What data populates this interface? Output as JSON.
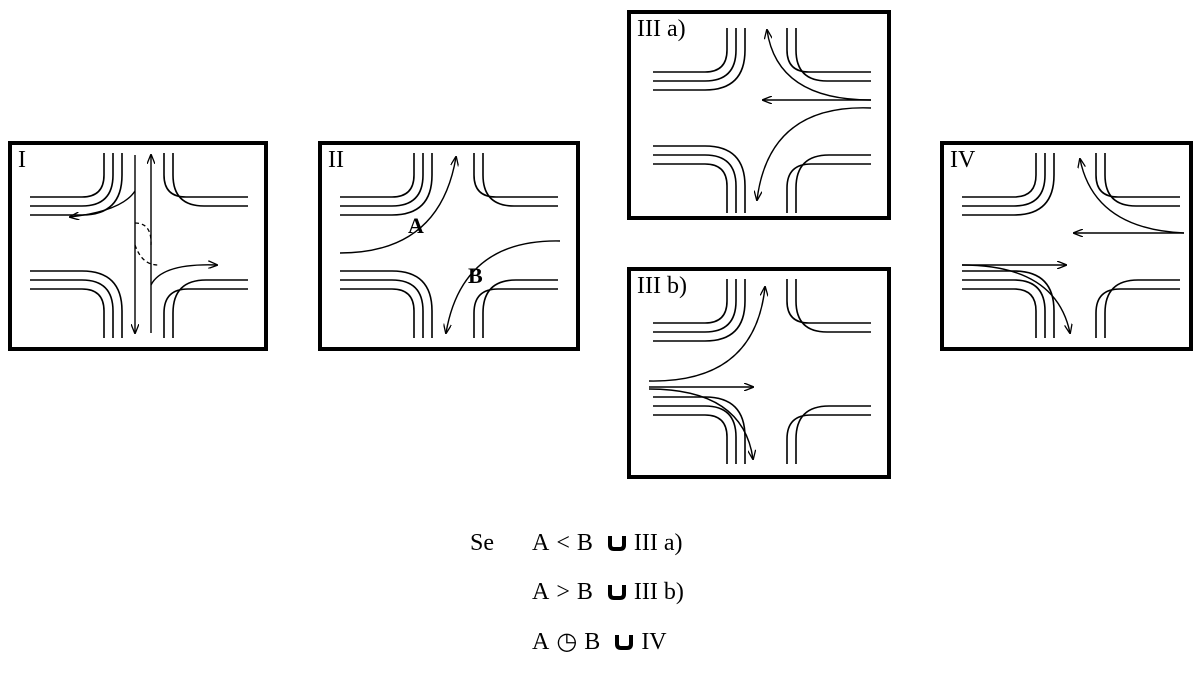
{
  "panels": {
    "p1": {
      "label": "I"
    },
    "p2": {
      "label": "II",
      "label_a": "A",
      "label_b": "B"
    },
    "p3a": {
      "label": "III a)"
    },
    "p3b": {
      "label": "III b)"
    },
    "p4": {
      "label": "IV"
    }
  },
  "legend": {
    "se": "Se",
    "rows": [
      {
        "lhs": "A",
        "op": "<",
        "rhs": "B",
        "result": "III a)"
      },
      {
        "lhs": "A",
        "op": ">",
        "rhs": "B",
        "result": "III b)"
      },
      {
        "lhs": "A",
        "op": "◷",
        "rhs": "B",
        "result": "IV"
      }
    ]
  }
}
